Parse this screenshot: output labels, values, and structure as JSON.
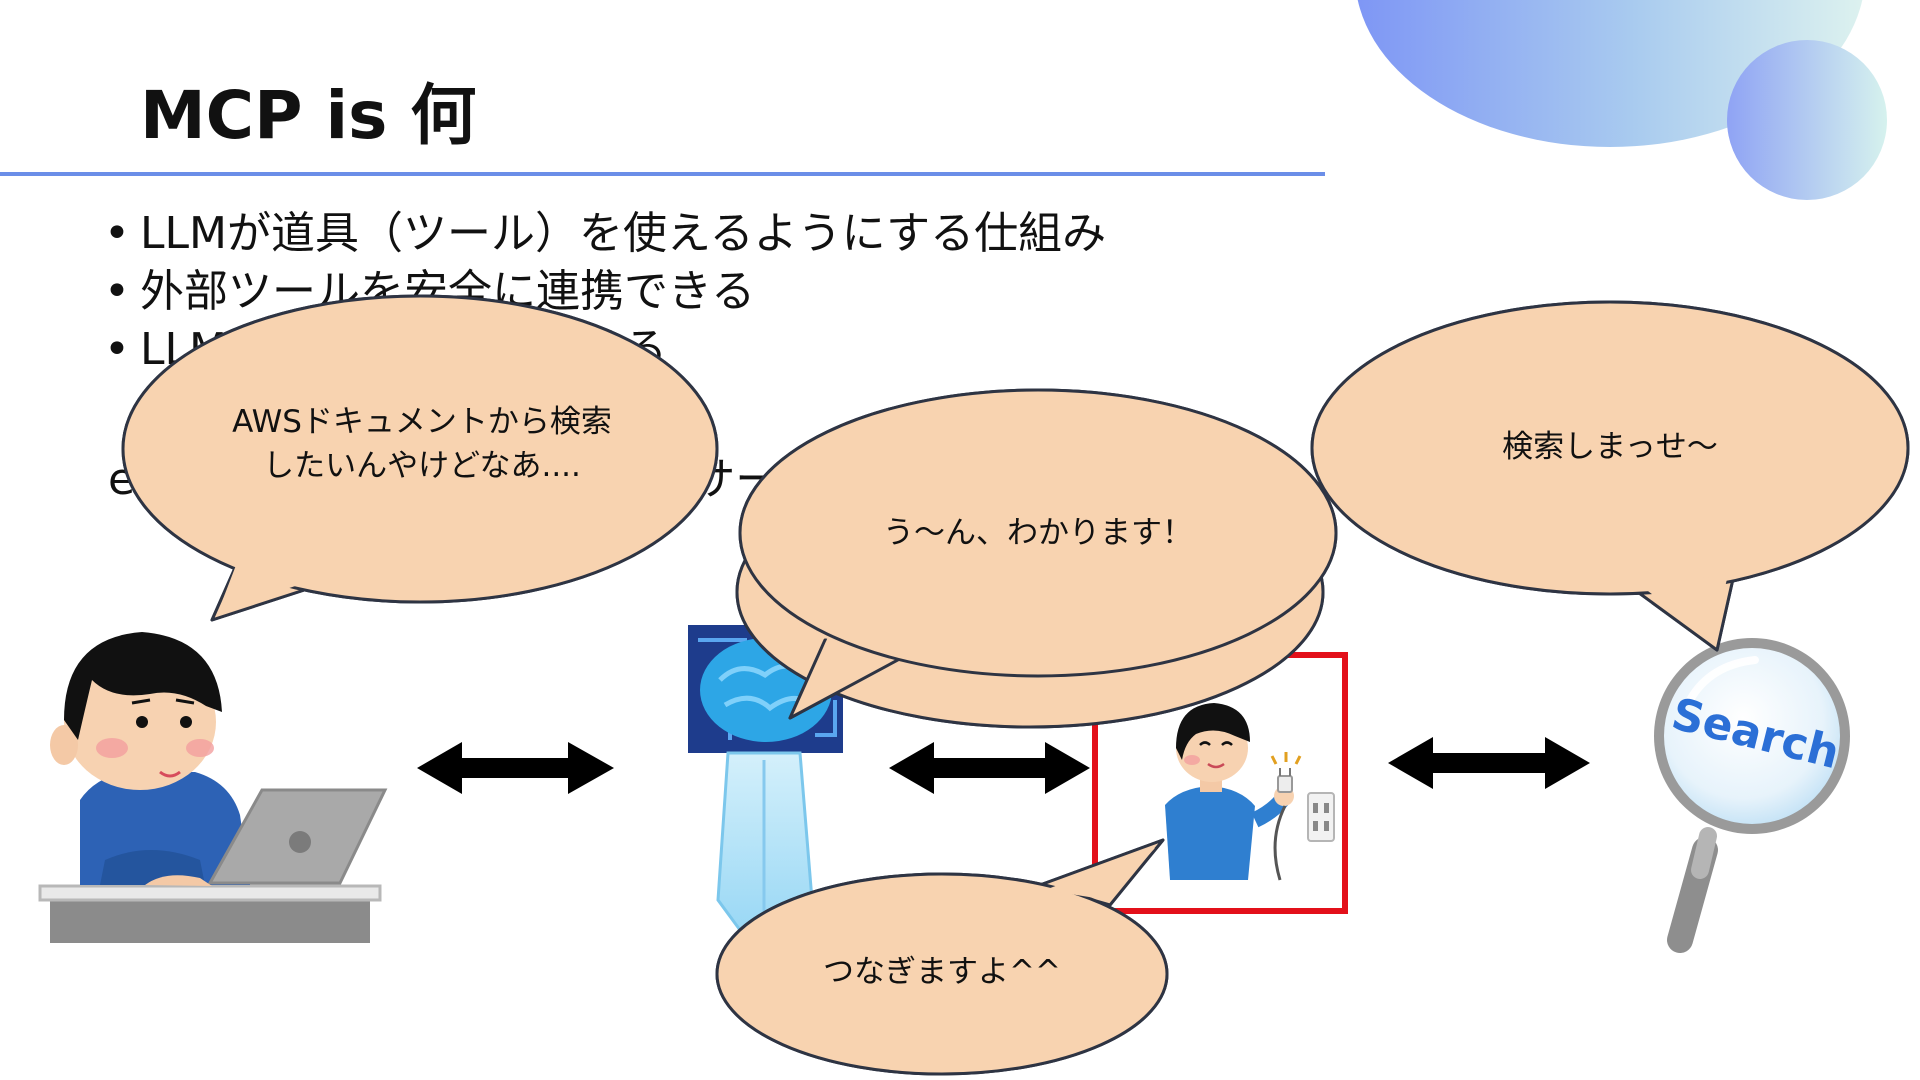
{
  "slide": {
    "title": "MCP is 何",
    "bullets": [
      "LLMが道具（ツール）を使えるようにする仕組み",
      "外部ツールを安全に連携できる",
      "LLMにタスクを解決させる"
    ],
    "example_text": "e.g. AWSドキュメント MCP サーバーのフォーマット"
  },
  "bubbles": {
    "user_line1": "AWSドキュメントから検索",
    "user_line2": "したいんやけどなあ....",
    "llm": "う〜ん、わかります！",
    "mcp": "つなぎますよ^^",
    "search": "検索しまっせ〜"
  },
  "illustrations": {
    "search_lens_label": "Search"
  },
  "colors": {
    "bubble_fill": "#F8D3B0",
    "bubble_stroke": "#2E3443",
    "accent_line": "#6B8EE8",
    "highlight_box": "#E3101A"
  },
  "icons": [
    "person-with-laptop-icon",
    "ai-brain-figure-icon",
    "worker-plug-icon",
    "magnifier-search-icon",
    "double-arrow-icon"
  ]
}
